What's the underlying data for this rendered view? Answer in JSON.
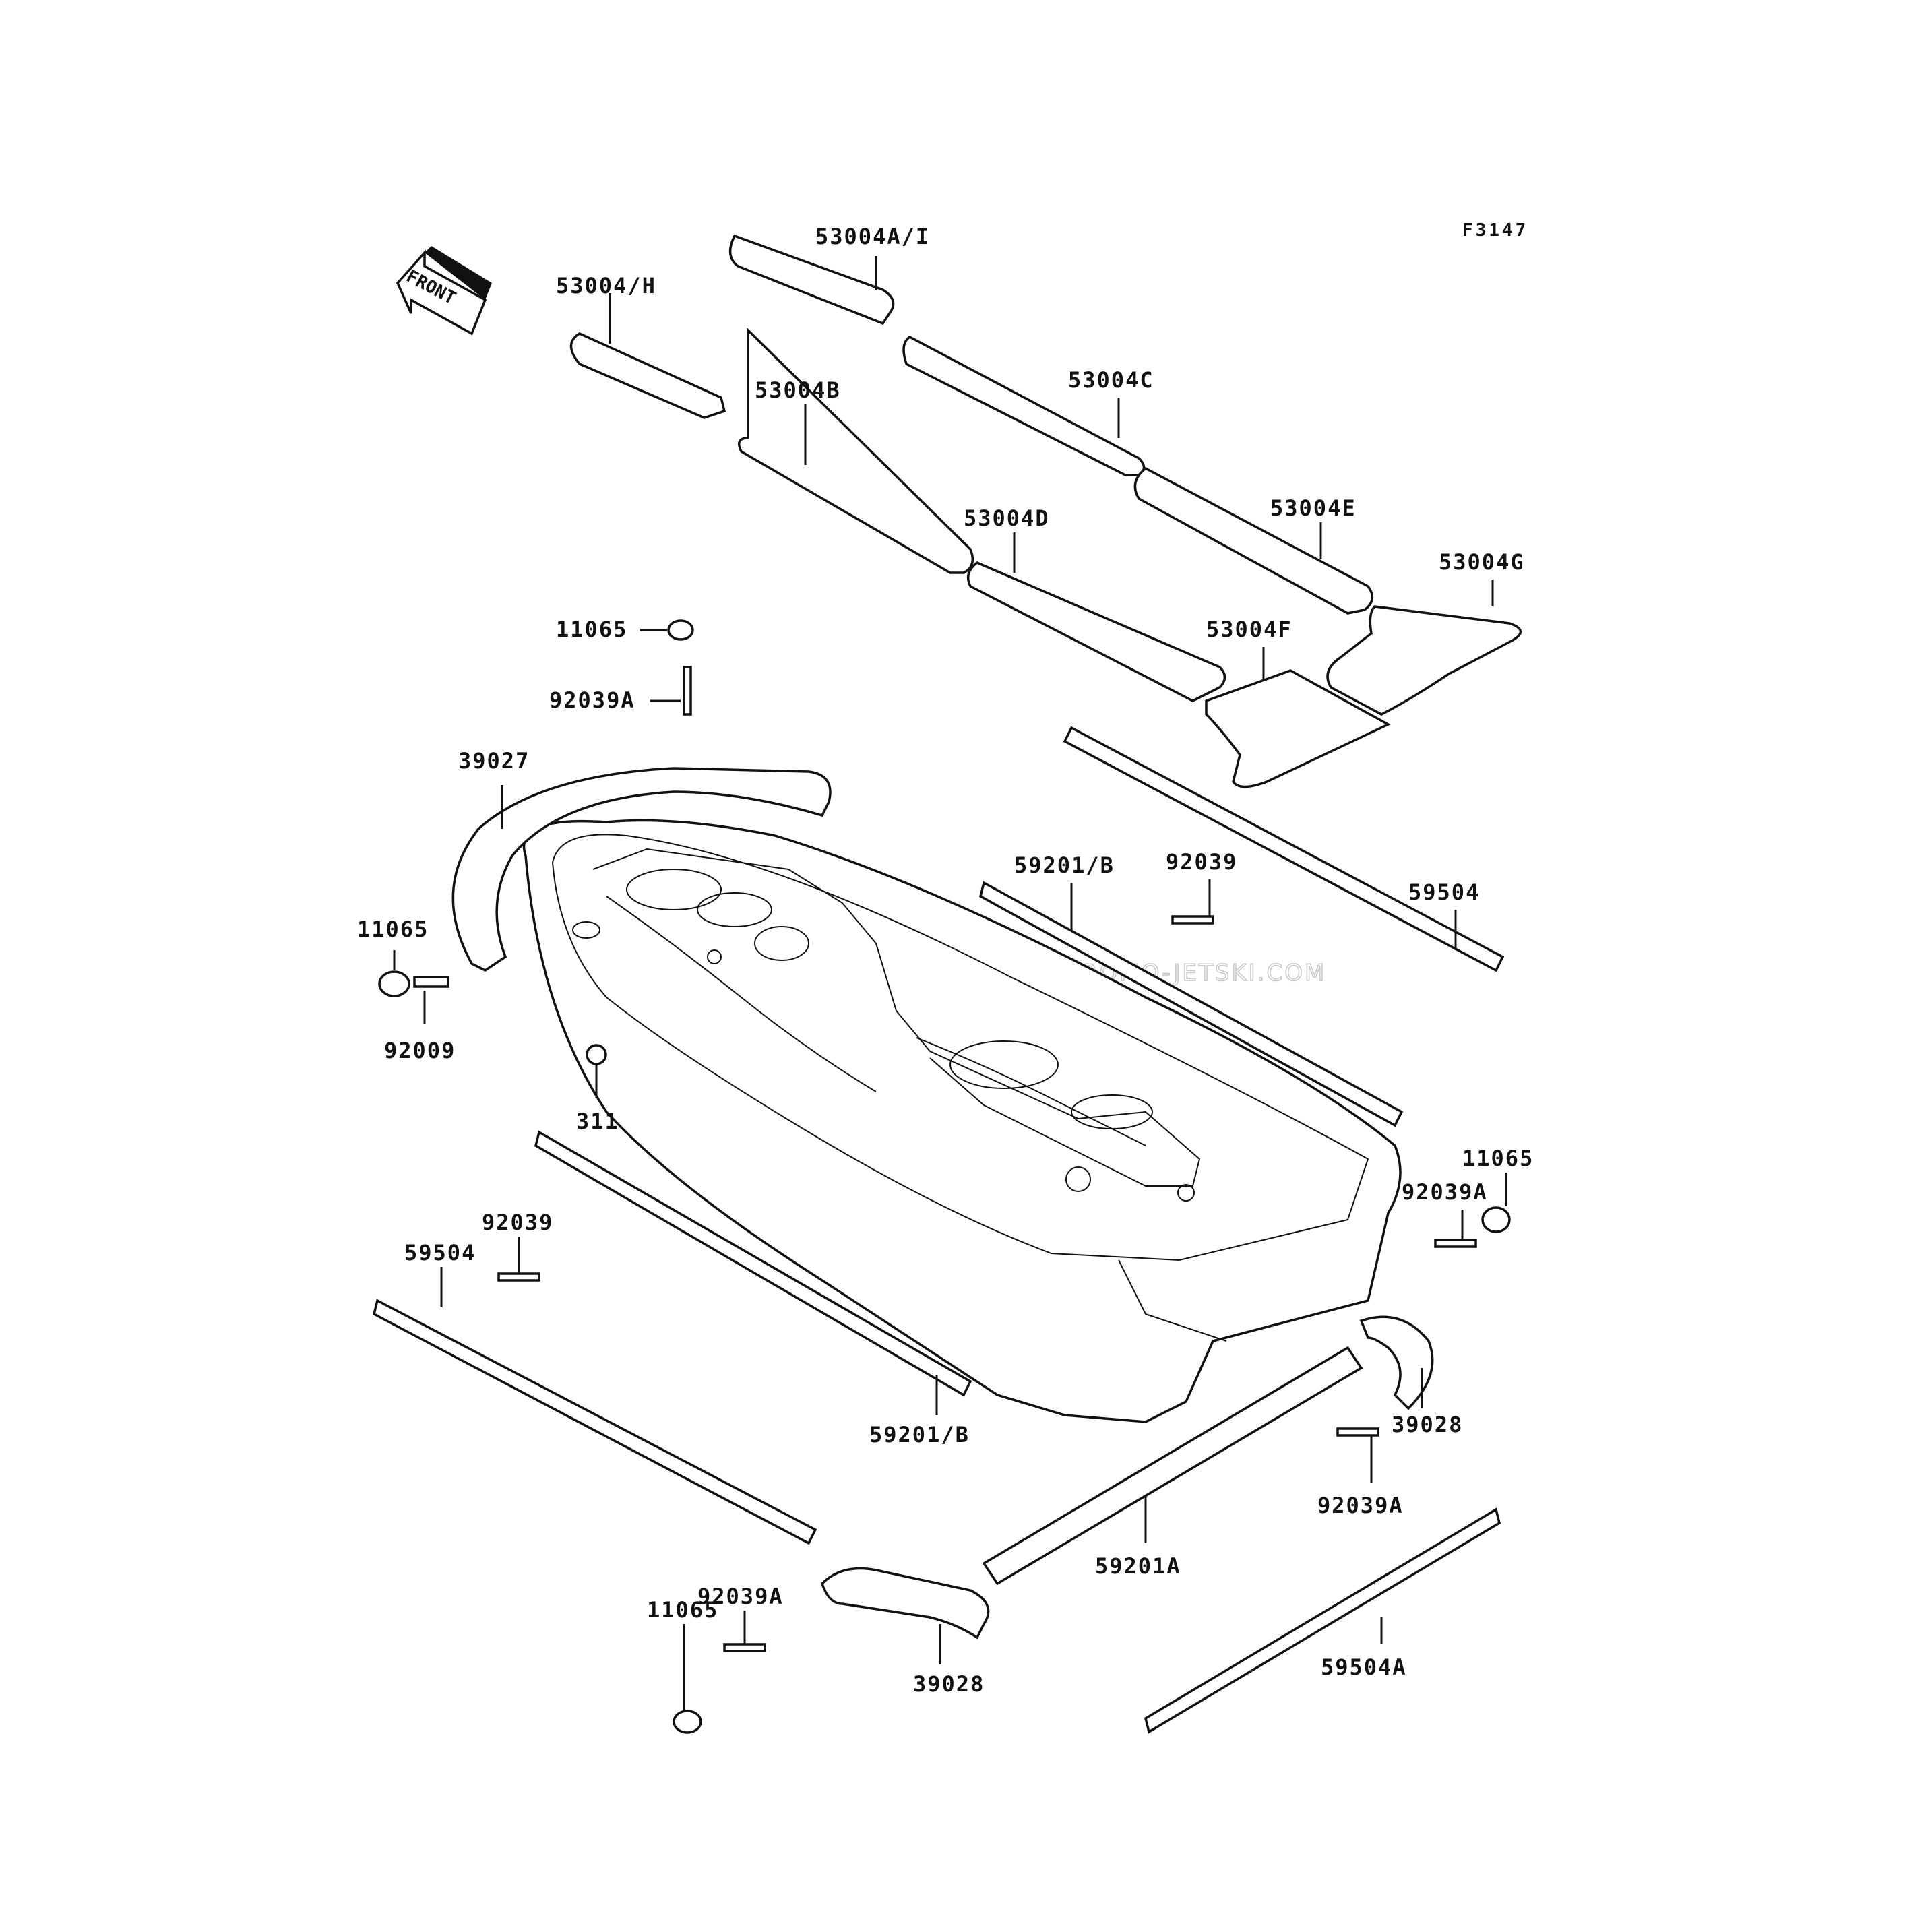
{
  "figure_code": "F3147",
  "front_indicator": "FRONT",
  "watermark": "JETSKI.COM  PROMO-JETSKI.COM  PROMO-JETSKI.COM",
  "labels": {
    "p53004AI": "53004A/I",
    "p53004H": "53004/H",
    "p53004B": "53004B",
    "p53004C": "53004C",
    "p53004D": "53004D",
    "p53004E": "53004E",
    "p53004G": "53004G",
    "p53004F": "53004F",
    "p11065_top": "11065",
    "p92039A_top": "92039A",
    "p39027": "39027",
    "p59201B_top": "59201/B",
    "p92039_top": "92039",
    "p59504_right": "59504",
    "p11065_left": "11065",
    "p92009": "92009",
    "p311": "311",
    "p11065_right": "11065",
    "p92039A_right": "92039A",
    "p92039_left": "92039",
    "p59504_left": "59504",
    "p59201B_bottom": "59201/B",
    "p39028_right": "39028",
    "p92039A_mid": "92039A",
    "p59201A": "59201A",
    "p92039A_bottom": "92039A",
    "p11065_bottom": "11065",
    "p39028_bottom": "39028",
    "p59504A": "59504A"
  }
}
